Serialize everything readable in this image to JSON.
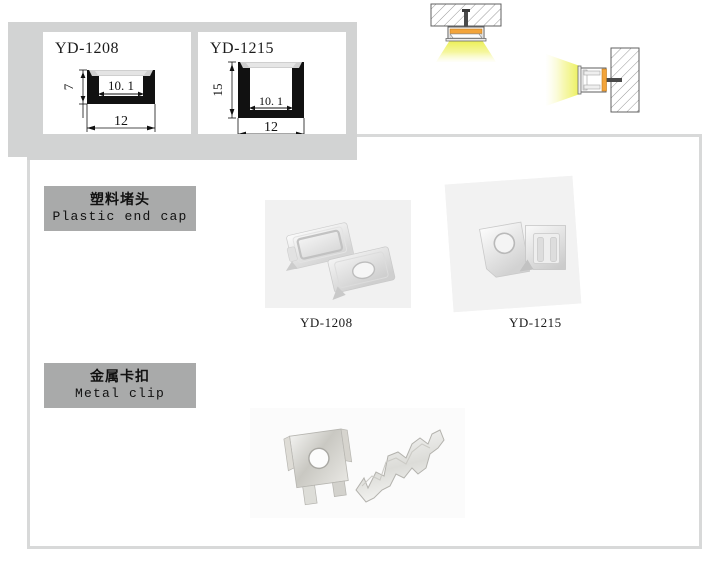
{
  "document": {
    "kind": "led-aluminium-profile-spec-sheet"
  },
  "spec_panel": {
    "models": [
      {
        "id": "yd-1208",
        "title": "YD-1208",
        "profile_type": "surface-mounted-shallow-channel",
        "dimensions": {
          "height": "7",
          "inner_width": "10. 1",
          "outer_width": "12"
        }
      },
      {
        "id": "yd-1215",
        "title": "YD-1215",
        "profile_type": "surface-mounted-deep-channel",
        "dimensions": {
          "height": "15",
          "inner_width": "10. 1",
          "outer_width": "12"
        }
      }
    ]
  },
  "sections": [
    {
      "id": "plastic-end-cap",
      "label_cn": "塑料堵头",
      "label_en": "Plastic end cap",
      "items": [
        {
          "id": "endcap-1208",
          "caption": "YD-1208"
        },
        {
          "id": "endcap-1215",
          "caption": "YD-1215"
        }
      ]
    },
    {
      "id": "metal-clip",
      "label_cn": "金属卡扣",
      "label_en": "Metal clip",
      "items": []
    }
  ],
  "install_diagrams": [
    {
      "id": "ceiling-mount",
      "name": "ceiling-mount-diagram",
      "surface": "hatched-concrete-slab",
      "beam_direction": "downward",
      "beam_color": "#e9ee46"
    },
    {
      "id": "wall-mount",
      "name": "wall-mount-diagram",
      "surface": "hatched-wall",
      "beam_direction": "horizontal-left",
      "beam_color": "#e9ee46"
    }
  ],
  "colors": {
    "panel_grey": "#d2d3d3",
    "label_grey": "#a9aaaa",
    "frame_border": "#d8d9d9",
    "profile_body": "#111111",
    "diffuser": "#d9d9d9",
    "photo_background": "#f1f1f1",
    "beam": "#e9ee46",
    "led_strip": "#f0a030"
  }
}
